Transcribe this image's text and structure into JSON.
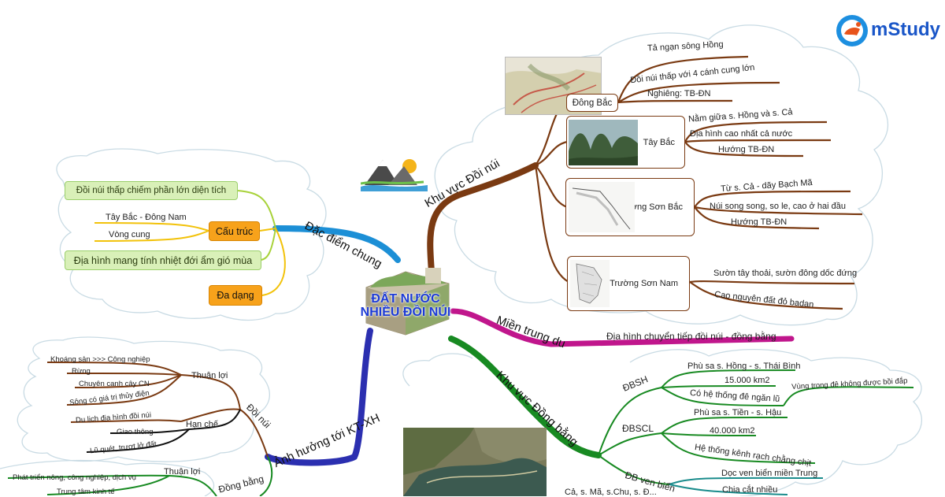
{
  "logo": {
    "text": "mStudy"
  },
  "center": {
    "line1": "ĐẤT NƯỚC",
    "line2": "NHIỀU ĐỒI NÚI"
  },
  "colors": {
    "brown": "#7a3a12",
    "blue_teal": "#1c8fd6",
    "magenta": "#c0168c",
    "green": "#188a22",
    "navy": "#2b2fb0",
    "lime": "#a8d23a",
    "yellow": "#f2c20a",
    "cloud": "#c9dbe4"
  },
  "branches": {
    "khu_vuc_doi_nui": "Khu vực Đồi núi",
    "dac_diem_chung": "Đặc điểm chung",
    "mien_trung_du": "Miền trung du",
    "khu_vuc_dong_bang": "Khu vực Đồng bằng",
    "anh_huong": "Ảnh hưởng tới KT-XH"
  },
  "dac_diem": {
    "doi_nui_thap": "Đồi núi thấp chiếm phần lớn diện tích",
    "cau_truc": "Cấu trúc",
    "tb_dn": "Tây Bắc - Đông Nam",
    "vong_cung": "Vòng cung",
    "nhiet_doi": "Địa hình mang tính nhiệt đới ẩm gió mùa",
    "da_dang": "Đa dạng"
  },
  "dong_bac": {
    "title": "Đông Bắc",
    "items": [
      "Tả ngạn sông Hồng",
      "Đồi núi thấp với 4 cánh cung lớn",
      "Nghiêng: TB-ĐN"
    ]
  },
  "tay_bac": {
    "title": "Tây Bắc",
    "items": [
      "Nằm giữa s. Hồng và s. Cả",
      "Địa hình cao nhất cả nước",
      "Hướng TB-ĐN"
    ]
  },
  "ts_bac": {
    "title": "Trường Sơn Bắc",
    "items": [
      "Từ s. Cả - dãy Bạch Mã",
      "Núi song song, so le, cao ở hai đầu",
      "Hướng TB-ĐN"
    ]
  },
  "ts_nam": {
    "title": "Trường Sơn Nam",
    "items": [
      "Sườn tây thoải, sườn đông dốc đứng",
      "Cao nguyên đất đỏ badan"
    ]
  },
  "trung_du": {
    "item": "Địa hình chuyển tiếp đồi núi - đồng bằng"
  },
  "dbsh": {
    "title": "ĐBSH",
    "items": [
      "Phù sa s. Hồng - s. Thái Bình",
      "15.000 km2",
      "Có hệ thống đê ngăn lũ"
    ],
    "note": "Vùng trong đê không được bồi đắp"
  },
  "dbscl": {
    "title": "ĐBSCL",
    "items": [
      "Phù sa s. Tiền - s. Hậu",
      "40.000 km2",
      "Hệ thống kênh rạch chằng chịt"
    ]
  },
  "db_ven_bien": {
    "title": "ĐB ven biển",
    "items": [
      "Dọc ven biển miền Trung",
      "Chia cắt nhiều",
      "Cả, s. Mã, s.Chu, s. Đ..."
    ]
  },
  "anh_huong": {
    "doi_nui": "Đồi núi",
    "thuan_loi": "Thuận lợi",
    "thuan_loi_items": [
      "Khoáng sản >>> Công nghiệp",
      "Rừng",
      "Chuyên canh cây CN",
      "Sông có giá trị thủy điện",
      "Du lịch địa hình đồi núi"
    ],
    "han_che": "Hạn chế",
    "han_che_items": [
      "Giao thông",
      "Lũ quét, trượt lở đất"
    ],
    "dong_bang": "Đồng bằng",
    "db_thuan_loi": "Thuận lợi",
    "db_items": [
      "Phát triển nông, công nghiệp, dịch vụ",
      "Trung tâm kinh tế"
    ]
  }
}
